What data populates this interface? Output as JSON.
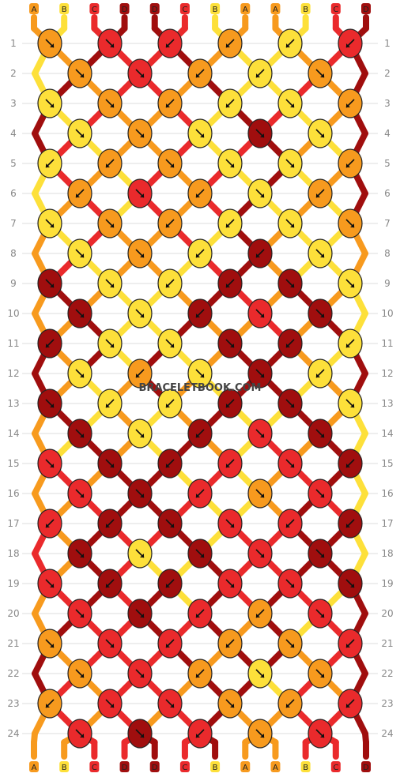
{
  "watermark": "BRACELETBOOK.COM",
  "colors": {
    "A": "#f79a1e",
    "B": "#fde03a",
    "C": "#ea2a2c",
    "D": "#a00e0e"
  },
  "top_strings": [
    "A",
    "B",
    "C",
    "D",
    "D",
    "C",
    "B",
    "A",
    "A",
    "B",
    "C",
    "D"
  ],
  "bottom_strings": [
    "A",
    "B",
    "C",
    "D",
    "D",
    "C",
    "B",
    "A",
    "A",
    "B",
    "C",
    "D"
  ],
  "row_labels": [
    "1",
    "2",
    "3",
    "4",
    "5",
    "6",
    "7",
    "8",
    "9",
    "10",
    "11",
    "12",
    "13",
    "14",
    "15",
    "16",
    "17",
    "18",
    "19",
    "20",
    "21",
    "22",
    "23",
    "24"
  ],
  "knots": [
    [
      [
        "A",
        "se"
      ],
      [
        "C",
        "se"
      ],
      [
        "C",
        "sw"
      ],
      [
        "A",
        "sw"
      ],
      [
        "B",
        "sw"
      ],
      [
        "C",
        "sw"
      ]
    ],
    [
      [
        "A",
        "se"
      ],
      [
        "C",
        "se"
      ],
      [
        "A",
        "sw"
      ],
      [
        "B",
        "sw"
      ],
      [
        "A",
        "se"
      ]
    ],
    [
      [
        "B",
        "se"
      ],
      [
        "A",
        "se"
      ],
      [
        "A",
        "sw"
      ],
      [
        "B",
        "sw"
      ],
      [
        "B",
        "se"
      ],
      [
        "A",
        "sw"
      ]
    ],
    [
      [
        "B",
        "se"
      ],
      [
        "A",
        "se"
      ],
      [
        "B",
        "se"
      ],
      [
        "D",
        "se"
      ],
      [
        "B",
        "se"
      ]
    ],
    [
      [
        "B",
        "sw"
      ],
      [
        "A",
        "sw"
      ],
      [
        "A",
        "se"
      ],
      [
        "B",
        "se"
      ],
      [
        "B",
        "se"
      ],
      [
        "A",
        "sw"
      ]
    ],
    [
      [
        "A",
        "sw"
      ],
      [
        "C",
        "se"
      ],
      [
        "A",
        "sw"
      ],
      [
        "B",
        "se"
      ],
      [
        "A",
        "sw"
      ]
    ],
    [
      [
        "B",
        "se"
      ],
      [
        "A",
        "se"
      ],
      [
        "A",
        "sw"
      ],
      [
        "B",
        "sw"
      ],
      [
        "B",
        "se"
      ],
      [
        "A",
        "se"
      ]
    ],
    [
      [
        "B",
        "se"
      ],
      [
        "A",
        "se"
      ],
      [
        "B",
        "sw"
      ],
      [
        "D",
        "sw"
      ],
      [
        "B",
        "se"
      ]
    ],
    [
      [
        "D",
        "se"
      ],
      [
        "B",
        "se"
      ],
      [
        "B",
        "sw"
      ],
      [
        "D",
        "sw"
      ],
      [
        "D",
        "se"
      ],
      [
        "B",
        "se"
      ]
    ],
    [
      [
        "D",
        "se"
      ],
      [
        "B",
        "se"
      ],
      [
        "D",
        "sw"
      ],
      [
        "C",
        "se"
      ],
      [
        "D",
        "se"
      ]
    ],
    [
      [
        "D",
        "sw"
      ],
      [
        "B",
        "se"
      ],
      [
        "B",
        "se"
      ],
      [
        "D",
        "se"
      ],
      [
        "D",
        "sw"
      ],
      [
        "B",
        "sw"
      ]
    ],
    [
      [
        "B",
        "se"
      ],
      [
        "A",
        "sw"
      ],
      [
        "B",
        "se"
      ],
      [
        "D",
        "se"
      ],
      [
        "B",
        "sw"
      ]
    ],
    [
      [
        "D",
        "se"
      ],
      [
        "B",
        "sw"
      ],
      [
        "B",
        "sw"
      ],
      [
        "D",
        "sw"
      ],
      [
        "D",
        "se"
      ],
      [
        "B",
        "se"
      ]
    ],
    [
      [
        "D",
        "se"
      ],
      [
        "B",
        "se"
      ],
      [
        "D",
        "sw"
      ],
      [
        "C",
        "se"
      ],
      [
        "D",
        "se"
      ]
    ],
    [
      [
        "C",
        "se"
      ],
      [
        "D",
        "se"
      ],
      [
        "D",
        "sw"
      ],
      [
        "C",
        "sw"
      ],
      [
        "C",
        "se"
      ],
      [
        "D",
        "sw"
      ]
    ],
    [
      [
        "C",
        "se"
      ],
      [
        "D",
        "se"
      ],
      [
        "C",
        "sw"
      ],
      [
        "A",
        "se"
      ],
      [
        "C",
        "se"
      ]
    ],
    [
      [
        "C",
        "sw"
      ],
      [
        "D",
        "sw"
      ],
      [
        "D",
        "se"
      ],
      [
        "C",
        "se"
      ],
      [
        "C",
        "sw"
      ],
      [
        "D",
        "sw"
      ]
    ],
    [
      [
        "D",
        "se"
      ],
      [
        "B",
        "se"
      ],
      [
        "D",
        "se"
      ],
      [
        "C",
        "se"
      ],
      [
        "D",
        "se"
      ]
    ],
    [
      [
        "C",
        "se"
      ],
      [
        "D",
        "sw"
      ],
      [
        "D",
        "sw"
      ],
      [
        "C",
        "se"
      ],
      [
        "C",
        "se"
      ],
      [
        "D",
        "se"
      ]
    ],
    [
      [
        "C",
        "se"
      ],
      [
        "D",
        "se"
      ],
      [
        "C",
        "sw"
      ],
      [
        "A",
        "sw"
      ],
      [
        "C",
        "se"
      ]
    ],
    [
      [
        "A",
        "se"
      ],
      [
        "C",
        "se"
      ],
      [
        "C",
        "sw"
      ],
      [
        "A",
        "sw"
      ],
      [
        "A",
        "se"
      ],
      [
        "C",
        "sw"
      ]
    ],
    [
      [
        "A",
        "se"
      ],
      [
        "C",
        "se"
      ],
      [
        "A",
        "sw"
      ],
      [
        "B",
        "se"
      ],
      [
        "A",
        "se"
      ]
    ],
    [
      [
        "A",
        "sw"
      ],
      [
        "C",
        "se"
      ],
      [
        "C",
        "se"
      ],
      [
        "A",
        "se"
      ],
      [
        "A",
        "sw"
      ],
      [
        "C",
        "sw"
      ]
    ],
    [
      [
        "C",
        "se"
      ],
      [
        "D",
        "se"
      ],
      [
        "C",
        "sw"
      ],
      [
        "A",
        "se"
      ],
      [
        "C",
        "se"
      ]
    ]
  ]
}
